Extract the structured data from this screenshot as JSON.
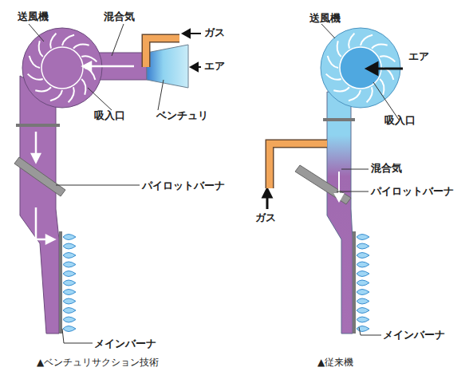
{
  "diagram": {
    "labels": [
      "送風機",
      "混合気",
      "ガス",
      "エア",
      "ベンチュリ",
      "吸入口",
      "パイロットバーナ",
      "メインバーナ",
      "▲ベンチュリサクション技術",
      "送風機",
      "エア",
      "吸入口",
      "ガス",
      "混合気",
      "パイロットバーナ",
      "メインバーナ",
      "▲従来機"
    ]
  }
}
